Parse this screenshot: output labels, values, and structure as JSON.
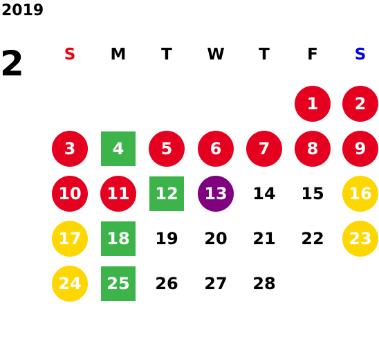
{
  "calendar": {
    "year": "2019",
    "month": "2",
    "weekdays": [
      {
        "label": "S",
        "color": "#e60012"
      },
      {
        "label": "M",
        "color": "#000000"
      },
      {
        "label": "T",
        "color": "#000000"
      },
      {
        "label": "W",
        "color": "#000000"
      },
      {
        "label": "T",
        "color": "#000000"
      },
      {
        "label": "F",
        "color": "#000000"
      },
      {
        "label": "S",
        "color": "#0000e6"
      }
    ],
    "colors": {
      "red": "#e60020",
      "green": "#3cb44a",
      "purple": "#800080",
      "yellow": "#ffd700",
      "none": ""
    },
    "days": [
      {
        "label": "1",
        "row": 0,
        "col": 5,
        "marker": "red-circle"
      },
      {
        "label": "2",
        "row": 0,
        "col": 6,
        "marker": "red-circle"
      },
      {
        "label": "3",
        "row": 1,
        "col": 0,
        "marker": "red-circle"
      },
      {
        "label": "4",
        "row": 1,
        "col": 1,
        "marker": "green-square"
      },
      {
        "label": "5",
        "row": 1,
        "col": 2,
        "marker": "red-circle"
      },
      {
        "label": "6",
        "row": 1,
        "col": 3,
        "marker": "red-circle"
      },
      {
        "label": "7",
        "row": 1,
        "col": 4,
        "marker": "red-circle"
      },
      {
        "label": "8",
        "row": 1,
        "col": 5,
        "marker": "red-circle"
      },
      {
        "label": "9",
        "row": 1,
        "col": 6,
        "marker": "red-circle"
      },
      {
        "label": "10",
        "row": 2,
        "col": 0,
        "marker": "red-circle"
      },
      {
        "label": "11",
        "row": 2,
        "col": 1,
        "marker": "red-circle"
      },
      {
        "label": "12",
        "row": 2,
        "col": 2,
        "marker": "green-square"
      },
      {
        "label": "13",
        "row": 2,
        "col": 3,
        "marker": "purple-circle"
      },
      {
        "label": "14",
        "row": 2,
        "col": 4,
        "marker": "none"
      },
      {
        "label": "15",
        "row": 2,
        "col": 5,
        "marker": "none"
      },
      {
        "label": "16",
        "row": 2,
        "col": 6,
        "marker": "yellow-circle"
      },
      {
        "label": "17",
        "row": 3,
        "col": 0,
        "marker": "yellow-circle"
      },
      {
        "label": "18",
        "row": 3,
        "col": 1,
        "marker": "green-square"
      },
      {
        "label": "19",
        "row": 3,
        "col": 2,
        "marker": "none"
      },
      {
        "label": "20",
        "row": 3,
        "col": 3,
        "marker": "none"
      },
      {
        "label": "21",
        "row": 3,
        "col": 4,
        "marker": "none"
      },
      {
        "label": "22",
        "row": 3,
        "col": 5,
        "marker": "none"
      },
      {
        "label": "23",
        "row": 3,
        "col": 6,
        "marker": "yellow-circle"
      },
      {
        "label": "24",
        "row": 4,
        "col": 0,
        "marker": "yellow-circle"
      },
      {
        "label": "25",
        "row": 4,
        "col": 1,
        "marker": "green-square"
      },
      {
        "label": "26",
        "row": 4,
        "col": 2,
        "marker": "none"
      },
      {
        "label": "27",
        "row": 4,
        "col": 3,
        "marker": "none"
      },
      {
        "label": "28",
        "row": 4,
        "col": 4,
        "marker": "none"
      }
    ]
  }
}
